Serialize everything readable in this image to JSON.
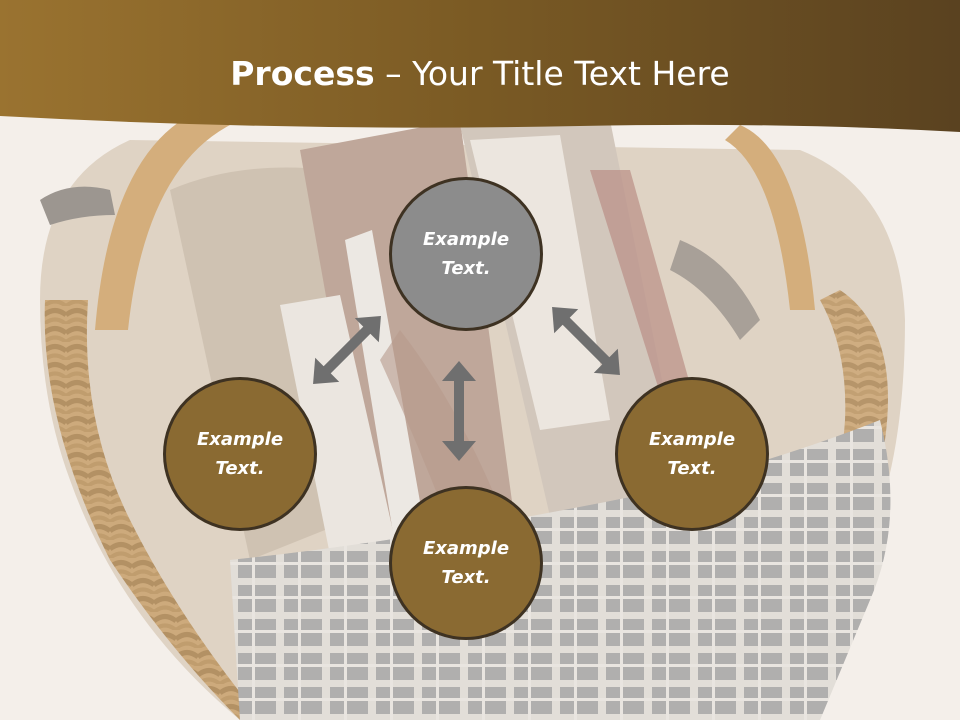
{
  "title": {
    "bold": "Process",
    "rest": " – Your Title Text Here"
  },
  "circles": {
    "top": "Example\nText.",
    "left": "Example\nText.",
    "right": "Example\nText.",
    "bottom": "Example\nText."
  },
  "colors": {
    "header": "#7a5a22",
    "circle_gold": "#8a6a32",
    "circle_gray": "#8c8c8c",
    "circle_border": "#3e3222",
    "arrow": "#6f6f6f"
  }
}
